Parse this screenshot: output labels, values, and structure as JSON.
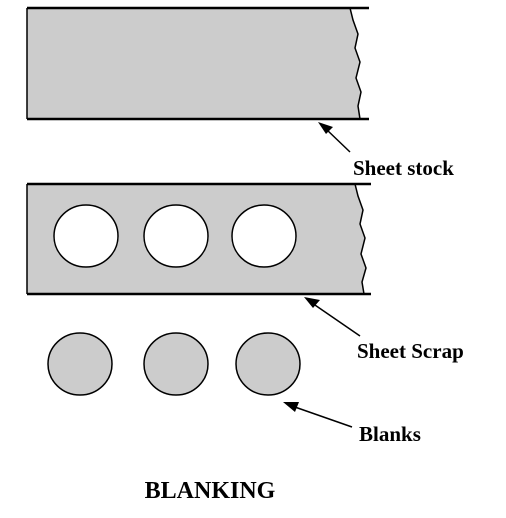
{
  "labels": {
    "sheet_stock": "Sheet stock",
    "sheet_scrap": "Sheet Scrap",
    "blanks": "Blanks",
    "title": "BLANKING"
  },
  "colors": {
    "sheet_fill": "#cccccc",
    "blank_fill": "#cccccc",
    "hole_fill": "#ffffff",
    "stroke": "#000000",
    "background": "#ffffff"
  }
}
